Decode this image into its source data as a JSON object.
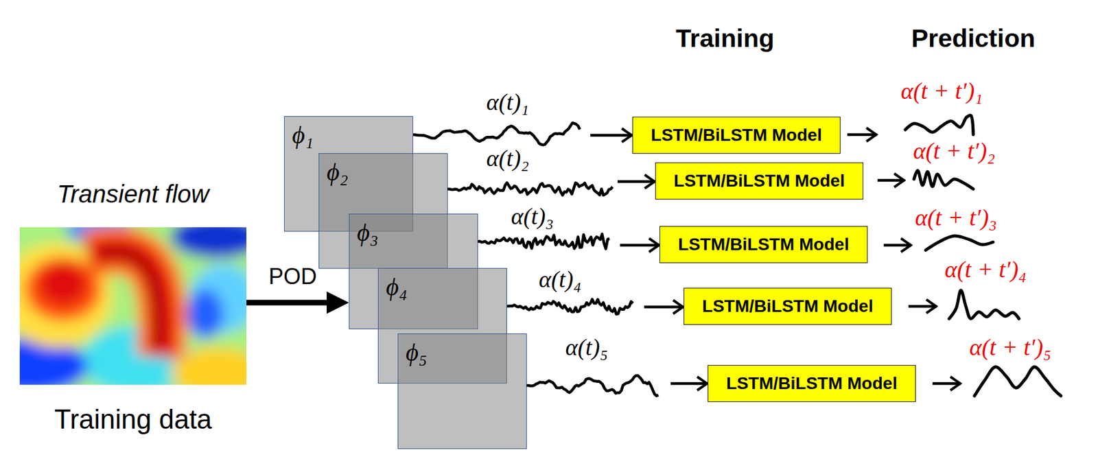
{
  "diagram": {
    "nodes": [
      {
        "text": [
          "Transient flow",
          "Training data"
        ]
      },
      {
        "text": [
          "ϕ₁"
        ]
      },
      {
        "text": [
          "ϕ₂"
        ]
      },
      {
        "text": [
          "ϕ₃"
        ]
      },
      {
        "text": [
          "ϕ₄"
        ]
      },
      {
        "text": [
          "ϕ₅"
        ]
      },
      {
        "text": [
          "LSTM/BiLSTM Model"
        ]
      },
      {
        "text": [
          "LSTM/BiLSTM Model"
        ]
      },
      {
        "text": [
          "LSTM/BiLSTM Model"
        ]
      },
      {
        "text": [
          "LSTM/BiLSTM Model"
        ]
      },
      {
        "text": [
          "LSTM/BiLSTM Model"
        ]
      }
    ],
    "edges": [
      {
        "from": 0,
        "to": 3,
        "label": "POD",
        "arrow": "to"
      },
      {
        "from": 1,
        "to": 6,
        "label": "α(t)₁",
        "arrow": "to"
      },
      {
        "from": 2,
        "to": 7,
        "label": "α(t)₂",
        "arrow": "to"
      },
      {
        "from": 3,
        "to": 8,
        "label": "α(t)₃",
        "arrow": "to"
      },
      {
        "from": 4,
        "to": 9,
        "label": "α(t)₄",
        "arrow": "to"
      },
      {
        "from": 5,
        "to": 10,
        "label": "α(t)₅",
        "arrow": "to"
      }
    ],
    "labels": [
      "Training",
      "Prediction",
      "α(t + t′)₁",
      "α(t + t′)₂",
      "α(t + t′)₃",
      "α(t + t′)₄",
      "α(t + t′)₅"
    ]
  }
}
